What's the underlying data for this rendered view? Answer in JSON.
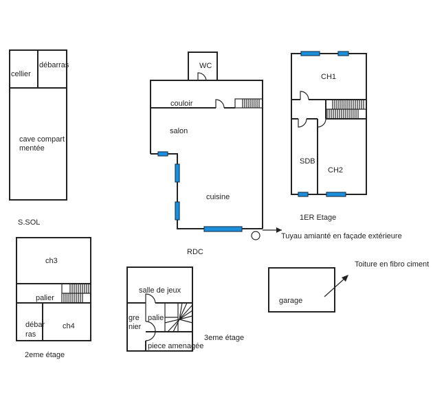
{
  "floors": {
    "sous_sol": {
      "caption": "S.SOL",
      "rooms": {
        "cellier": "cellier",
        "debarras": "débarras",
        "cave_l1": "cave compart",
        "cave_l2": "mentée"
      }
    },
    "rdc": {
      "caption": "RDC",
      "rooms": {
        "wc": "WC",
        "couloir": "couloir",
        "salon": "salon",
        "cuisine": "cuisine"
      }
    },
    "etage1": {
      "caption": "1ER Etage",
      "rooms": {
        "ch1": "CH1",
        "sdb": "SDB",
        "ch2": "CH2"
      }
    },
    "etage2": {
      "caption": "2eme étage",
      "rooms": {
        "ch3": "ch3",
        "palier": "palier",
        "debarras_l1": "débar",
        "debarras_l2": "ras",
        "ch4": "ch4"
      }
    },
    "etage3": {
      "caption": "3eme étage",
      "rooms": {
        "salle_de_jeux": "salle de jeux",
        "grenier_l1": "gre",
        "grenier_l2": "nier",
        "palier": "palie",
        "piece": "piece amenagée"
      }
    },
    "garage": {
      "label": "garage"
    }
  },
  "annotations": {
    "pipe": "Tuyau amianté en façade extérieure",
    "roof": "Toiture en fibro ciment"
  },
  "colors": {
    "window": "#1a8fdc",
    "wall": "#222222"
  }
}
